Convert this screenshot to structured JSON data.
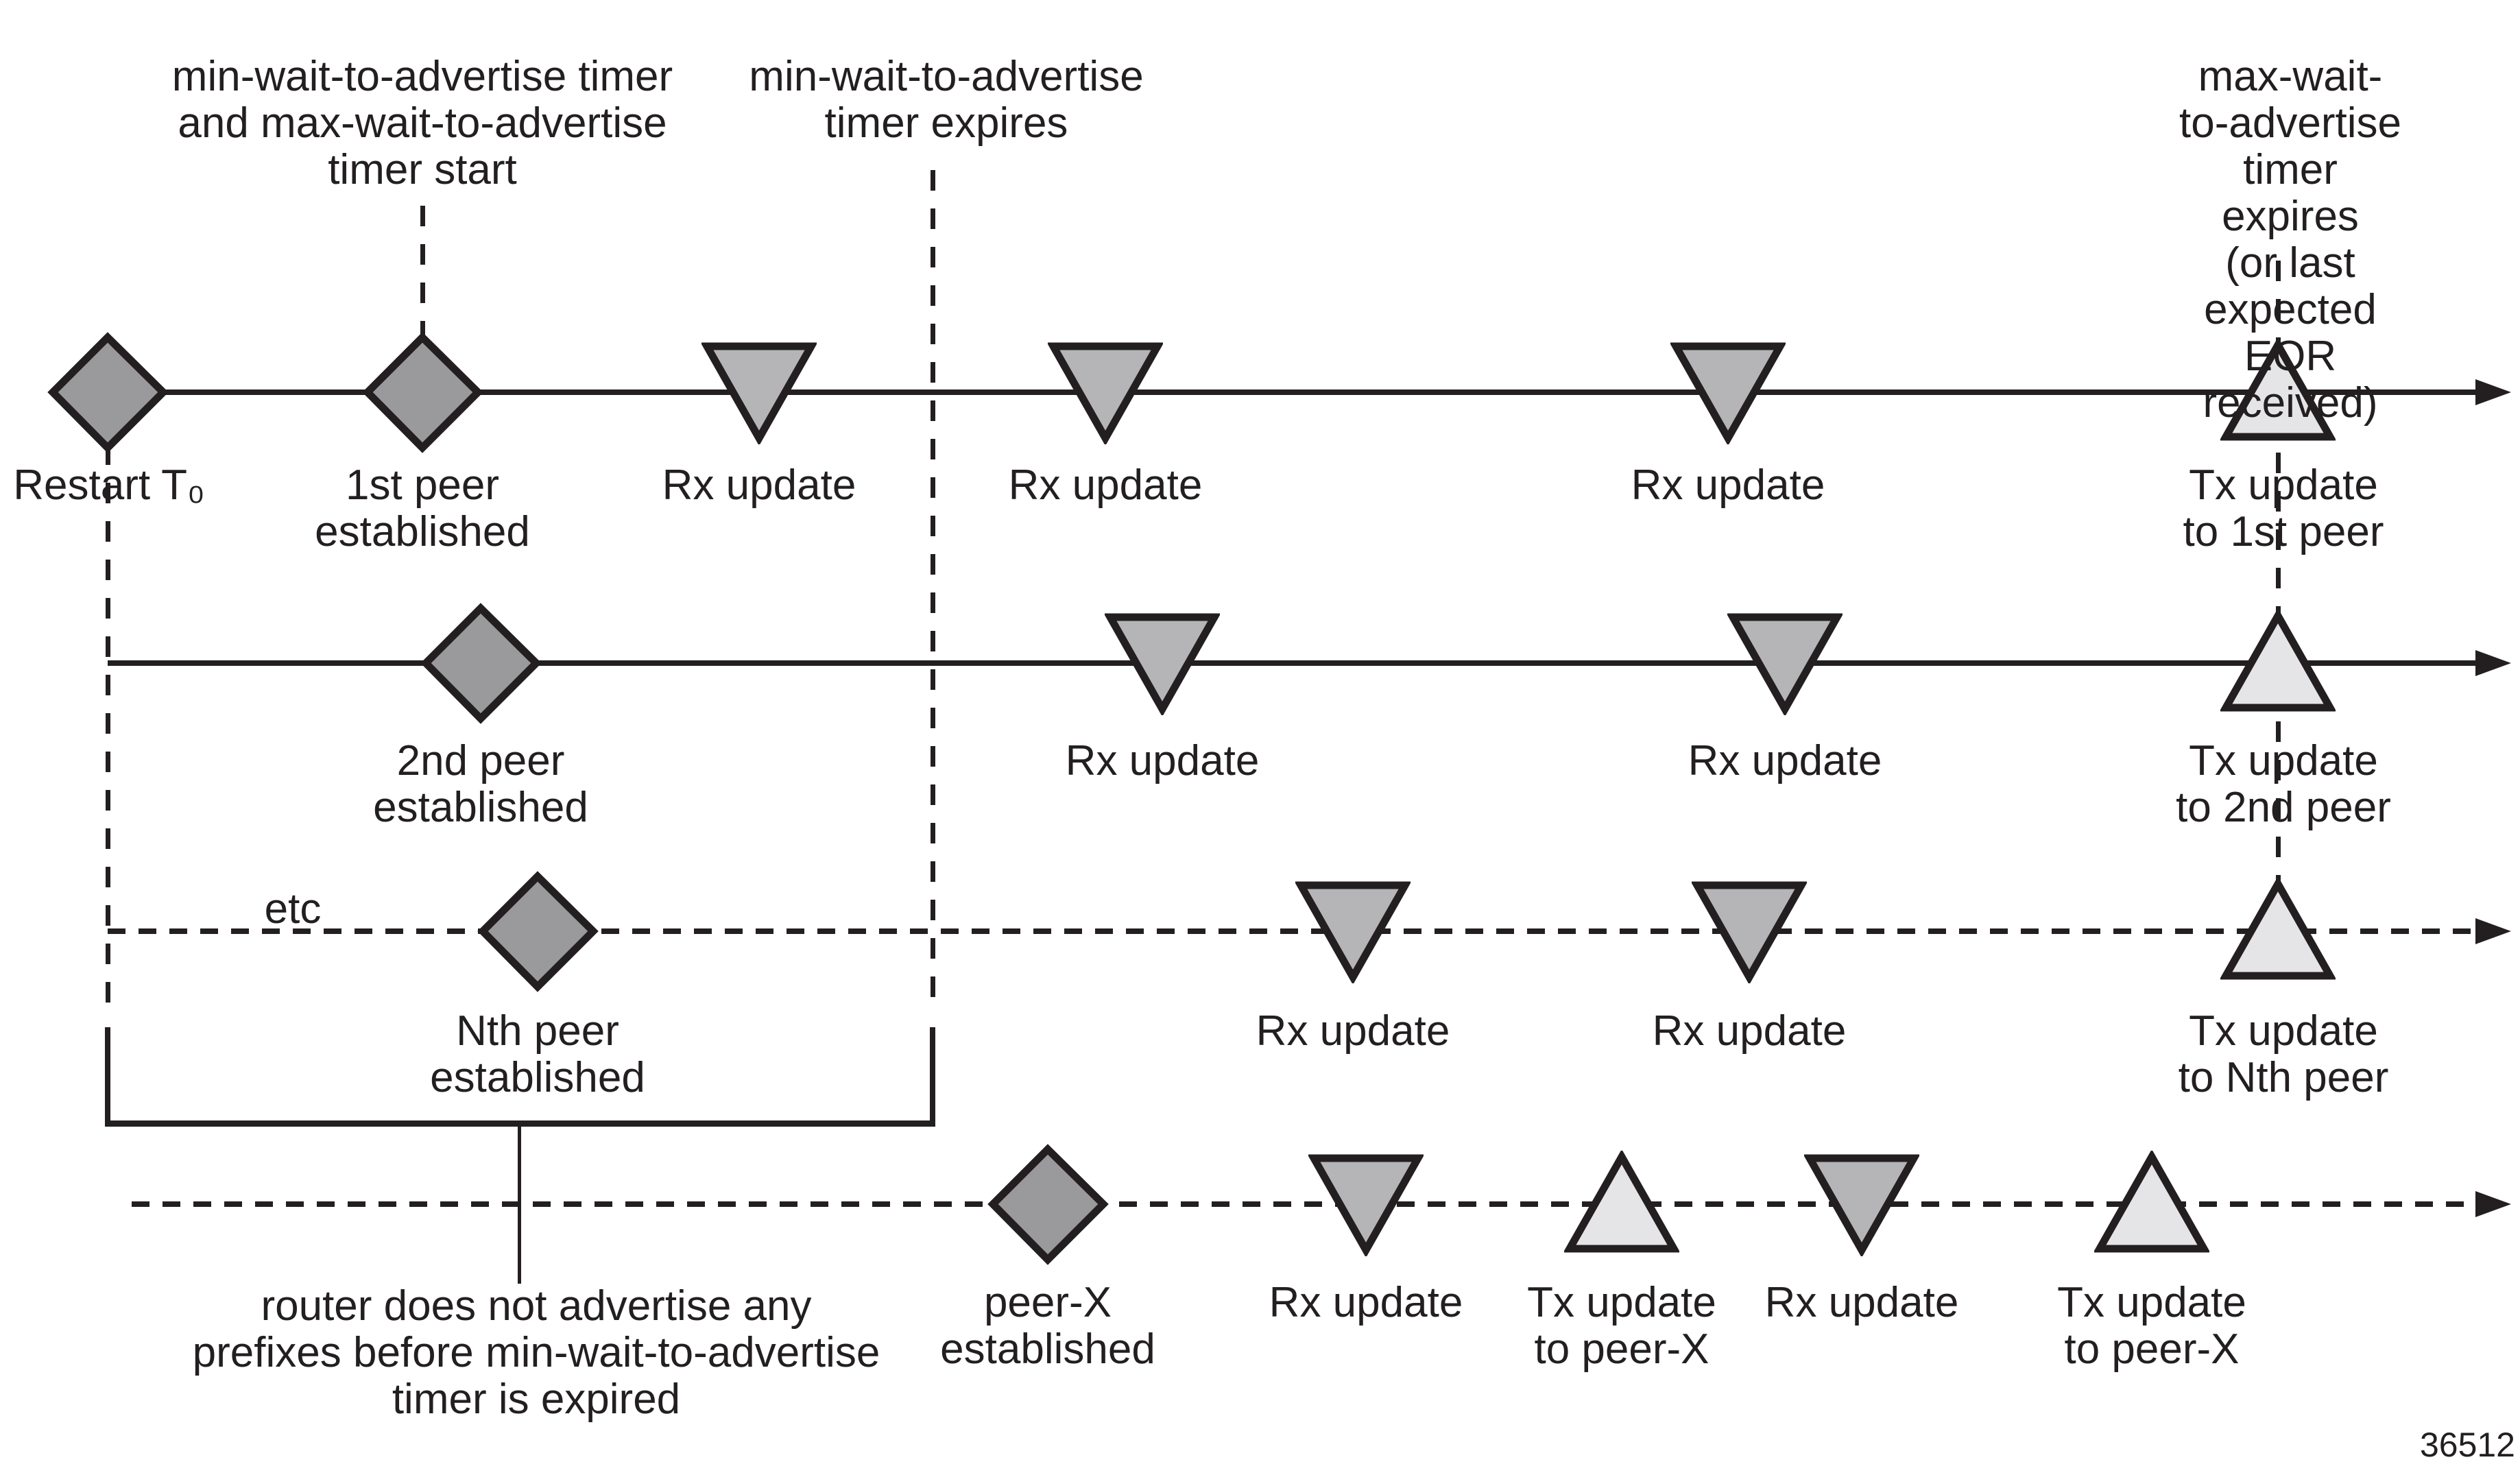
{
  "figure_number": "36512",
  "colors": {
    "ink": "#231f20",
    "diamond": "#9a9a9c",
    "tri_down": "#b5b5b7",
    "tri_up": "#e5e5e7",
    "bg": "#ffffff"
  },
  "annotations": {
    "timer_start": "min-wait-to-advertise timer\nand max-wait-to-advertise\ntimer start",
    "min_expires": "min-wait-to-advertise\ntimer expires",
    "max_expires": "max-wait-to-advertise\ntimer expires\n(or last expected\nEOR received)",
    "etc": "etc",
    "note": "router does not advertise any\nprefixes before min-wait-to-advertise\ntimer is expired"
  },
  "timelines": [
    {
      "id": "first-peer",
      "line_style": "solid",
      "events": [
        {
          "shape": "diamond",
          "label": "Restart T₀"
        },
        {
          "shape": "diamond",
          "label": "1st peer\nestablished"
        },
        {
          "shape": "tri-down",
          "label": "Rx update"
        },
        {
          "shape": "tri-down",
          "label": "Rx update"
        },
        {
          "shape": "tri-down",
          "label": "Rx update"
        },
        {
          "shape": "tri-up",
          "label": "Tx update\nto 1st peer"
        }
      ]
    },
    {
      "id": "second-peer",
      "line_style": "solid",
      "events": [
        {
          "shape": "diamond",
          "label": "2nd peer\nestablished"
        },
        {
          "shape": "tri-down",
          "label": "Rx update"
        },
        {
          "shape": "tri-down",
          "label": "Rx update"
        },
        {
          "shape": "tri-up",
          "label": "Tx update\nto 2nd peer"
        }
      ]
    },
    {
      "id": "nth-peer",
      "line_style": "dashed",
      "events": [
        {
          "shape": "diamond",
          "label": "Nth peer\nestablished"
        },
        {
          "shape": "tri-down",
          "label": "Rx update"
        },
        {
          "shape": "tri-down",
          "label": "Rx update"
        },
        {
          "shape": "tri-up",
          "label": "Tx update\nto Nth peer"
        }
      ]
    },
    {
      "id": "peer-x",
      "line_style": "dashed",
      "events": [
        {
          "shape": "diamond",
          "label": "peer-X\nestablished"
        },
        {
          "shape": "tri-down",
          "label": "Rx update"
        },
        {
          "shape": "tri-up",
          "label": "Tx update\nto peer-X"
        },
        {
          "shape": "tri-down",
          "label": "Rx update"
        },
        {
          "shape": "tri-up",
          "label": "Tx update\nto peer-X"
        }
      ]
    }
  ]
}
